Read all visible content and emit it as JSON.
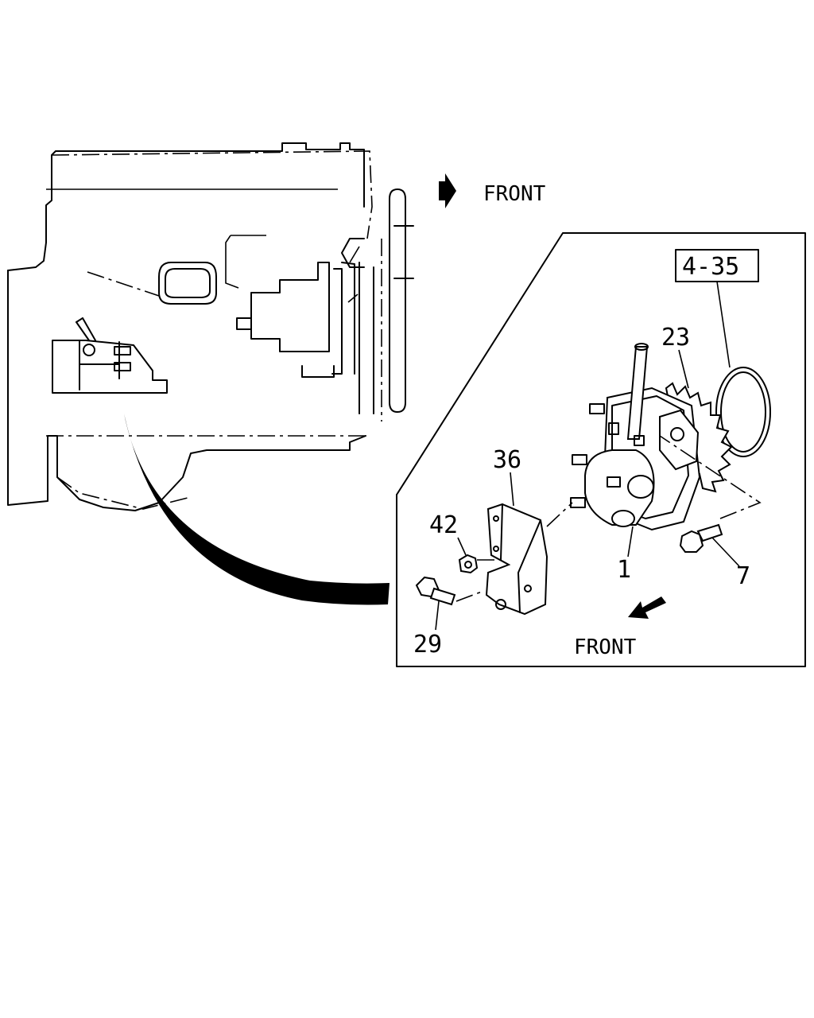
{
  "labels": {
    "front_top": "FRONT",
    "front_bottom": "FRONT",
    "ref_box": "4-35",
    "part_23": "23",
    "part_36": "36",
    "part_42": "42",
    "part_1": "1",
    "part_7": "7",
    "part_29": "29"
  },
  "icons": {
    "front_top_arrow": "right-arrow-icon",
    "front_bottom_arrow": "down-left-arrow-icon",
    "callout_curve": "callout-sweep-icon"
  }
}
